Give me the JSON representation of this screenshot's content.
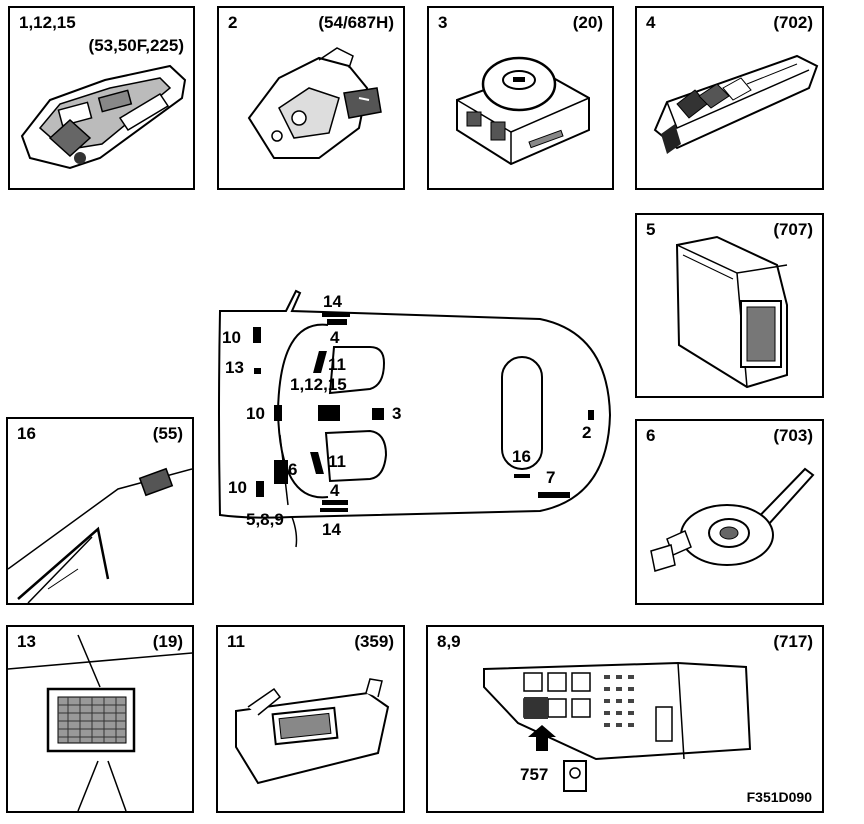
{
  "panels": {
    "p1": {
      "num": "1,12,15",
      "code": "(53,50F,225)"
    },
    "p2": {
      "num": "2",
      "code": "(54/687H)"
    },
    "p3": {
      "num": "3",
      "code": "(20)"
    },
    "p4": {
      "num": "4",
      "code": "(702)"
    },
    "p5": {
      "num": "5",
      "code": "(707)"
    },
    "p6": {
      "num": "6",
      "code": "(703)"
    },
    "p16": {
      "num": "16",
      "code": "(55)"
    },
    "p13": {
      "num": "13",
      "code": "(19)"
    },
    "p11": {
      "num": "11",
      "code": "(359)"
    },
    "p89": {
      "num": "8,9",
      "code": "(717)",
      "arrow_label": "757",
      "figure_code": "F351D090"
    }
  },
  "car": {
    "labels": {
      "top_14": "14",
      "top_4": "4",
      "l10a": "10",
      "l13": "13",
      "l11a": "11",
      "l11215": "1,12,15",
      "l10b": "10",
      "l3": "3",
      "l2": "2",
      "l11b": "11",
      "l6": "6",
      "l16": "16",
      "l7": "7",
      "l10c": "10",
      "bot_4": "4",
      "l589": "5,8,9",
      "bot_14": "14"
    }
  }
}
